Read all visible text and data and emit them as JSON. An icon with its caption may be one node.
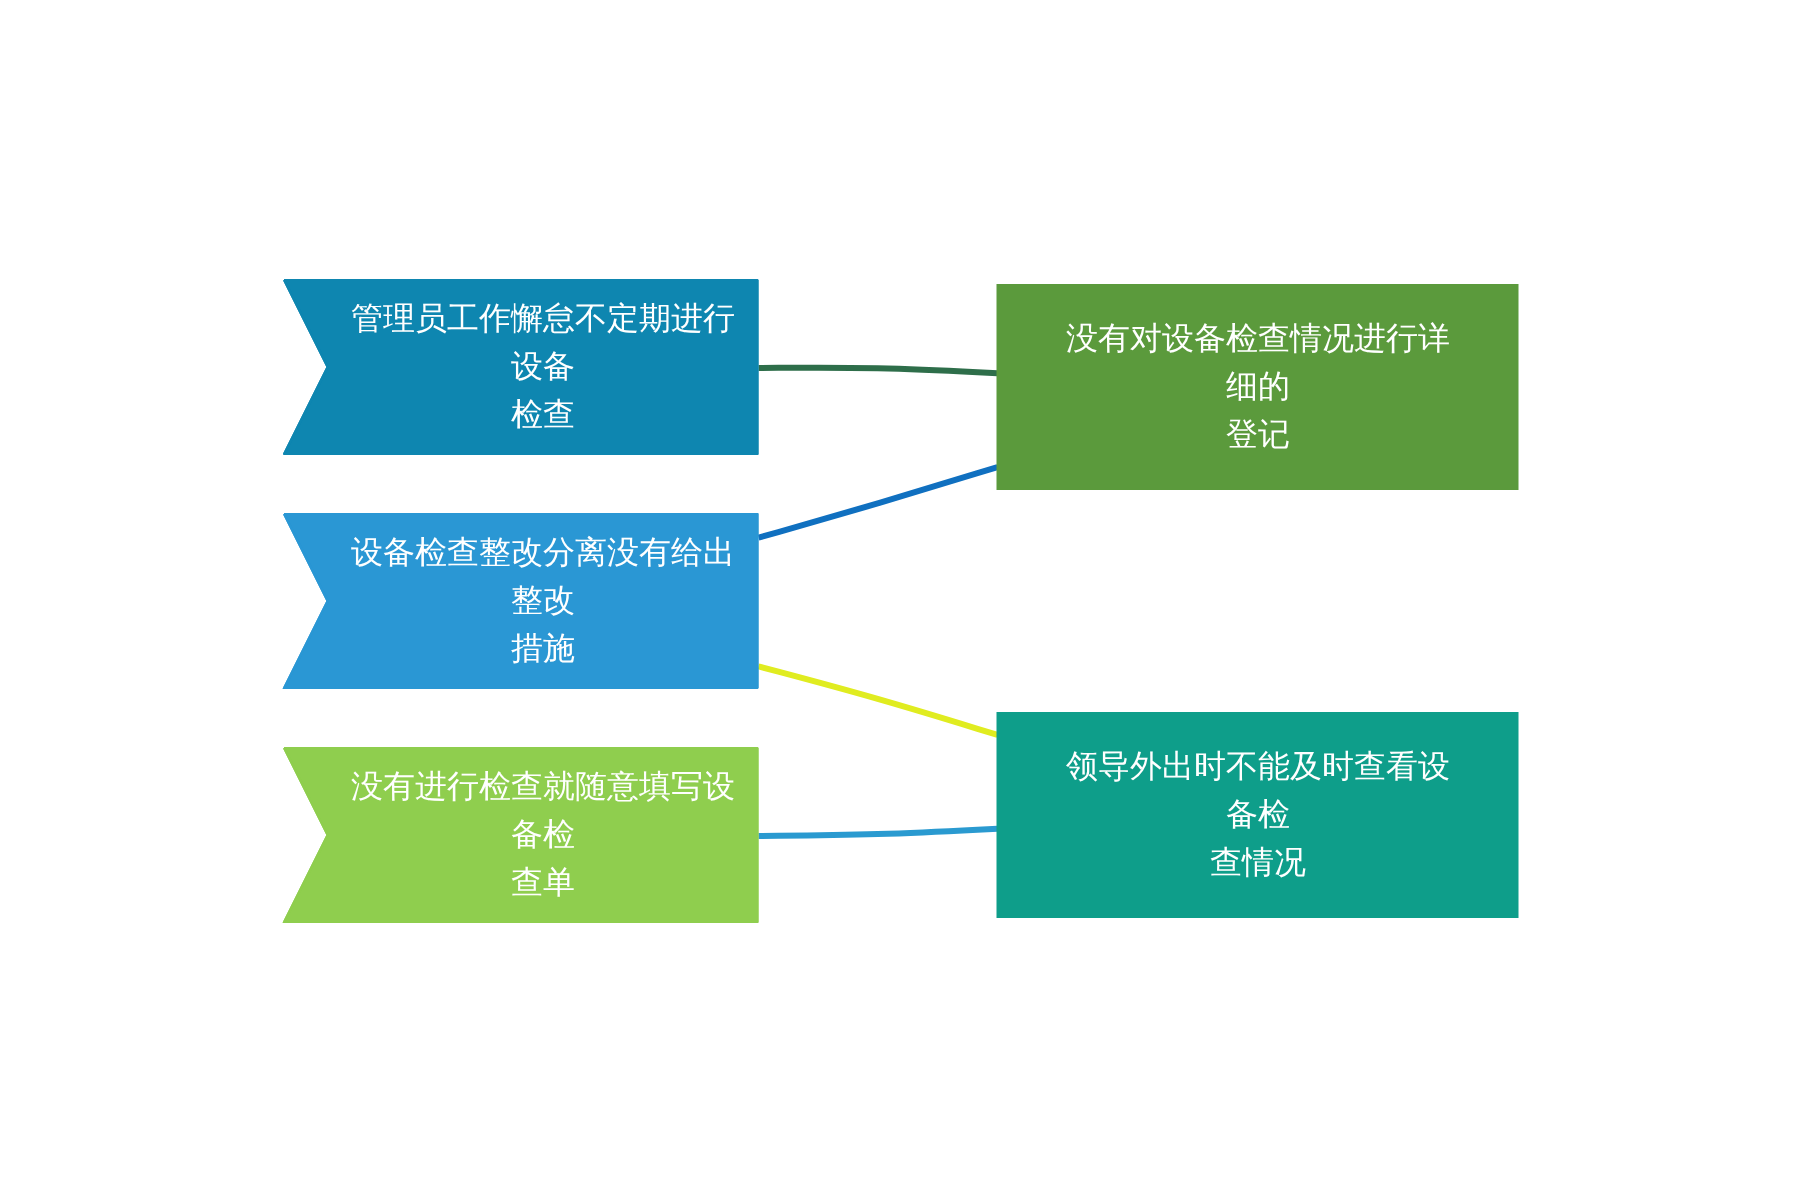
{
  "diagram": {
    "nodes": [
      {
        "text": [
          "管理员工作懈怠不定期进行设备检查"
        ]
      },
      {
        "text": [
          "设备检查整改分离没有给出整改措施"
        ]
      },
      {
        "text": [
          "没有进行检查就随意填写设备检查单"
        ]
      },
      {
        "text": [
          "没有对设备检查情况进行详细的登记"
        ]
      },
      {
        "text": [
          "领导外出时不能及时查看设备检查情况"
        ]
      }
    ],
    "edges": [
      {
        "from": 0,
        "to": 3,
        "arrow": "none",
        "color": "#2e6e4a"
      },
      {
        "from": 1,
        "to": 3,
        "arrow": "none",
        "color": "#1070c0"
      },
      {
        "from": 1,
        "to": 4,
        "arrow": "none",
        "color": "#e0ec20"
      },
      {
        "from": 2,
        "to": 4,
        "arrow": "none",
        "color": "#2a9ad0"
      }
    ]
  }
}
